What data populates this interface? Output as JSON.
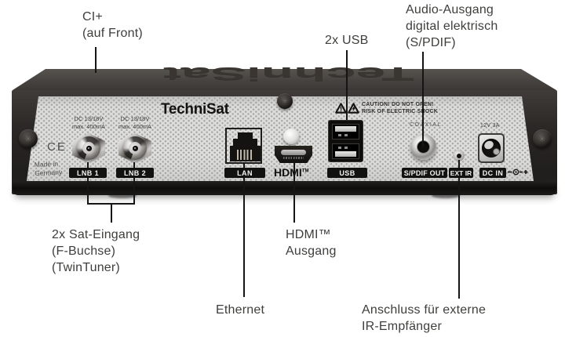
{
  "colors": {
    "background": "#ffffff",
    "panel": "#dadad8",
    "chassis_dark": "#2a2725",
    "label_bg": "#121210",
    "label_text": "#f4f4f2",
    "callout_text": "#3f3e3c",
    "callout_line": "#151515"
  },
  "device": {
    "top_brand_embossed": "TechniSat",
    "panel": {
      "brand": "TechniSat",
      "ce_mark": "CE",
      "made_in_line1": "Made in",
      "made_in_line2": "Germany",
      "caution_line1": "CAUTION! DO NOT OPEN!",
      "caution_line2": "RISK OF ELECTRIC SHOCK",
      "sat_inputs": [
        {
          "spec_line1": "DC 13/18V",
          "spec_line2": "max. 400mA",
          "label": "LNB 1"
        },
        {
          "spec_line1": "DC 13/18V",
          "spec_line2": "max. 400mA",
          "label": "LNB 2"
        }
      ],
      "lan_label": "LAN",
      "hdmi_brand": "HDMI",
      "hdmi_tm": "TM",
      "usb_label": "USB",
      "coaxial_text": "COAXIAL",
      "spdif_label": "S/PDIF OUT",
      "ext_ir_label": "EXT IR",
      "dc_spec": "12V 3A",
      "dc_in_label": "DC IN"
    }
  },
  "callouts": {
    "ci": {
      "lines": [
        "CI+",
        "(auf Front)"
      ]
    },
    "usb": {
      "lines": [
        "2x USB"
      ]
    },
    "audio": {
      "lines": [
        "Audio-Ausgang",
        "digital elektrisch",
        "(S/PDIF)"
      ]
    },
    "sat": {
      "lines": [
        "2x Sat-Eingang",
        "(F-Buchse)",
        "(TwinTuner)"
      ]
    },
    "ethernet": {
      "lines": [
        "Ethernet"
      ]
    },
    "hdmi": {
      "lines": [
        "HDMI™",
        "Ausgang"
      ]
    },
    "ir": {
      "lines": [
        "Anschluss für externe",
        "IR-Empfänger"
      ]
    }
  }
}
